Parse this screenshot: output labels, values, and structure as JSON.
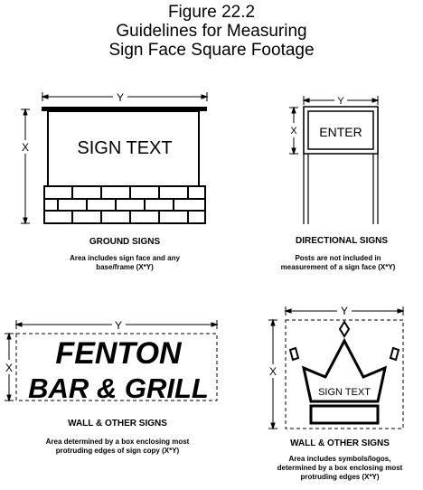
{
  "figure": {
    "title_lines": [
      "Figure 22.2",
      "Guidelines for Measuring",
      "Sign Face Square Footage"
    ]
  },
  "ground": {
    "sign_text": "SIGN TEXT",
    "y_label": "Y",
    "x_label": "X",
    "caption": "GROUND SIGNS",
    "desc_lines": [
      "Area includes sign face and any",
      "base/frame (X*Y)"
    ]
  },
  "directional": {
    "sign_text": "ENTER",
    "y_label": "Y",
    "x_label": "X",
    "caption": "DIRECTIONAL SIGNS",
    "desc_lines": [
      "Posts are not included in",
      "measurement of a sign face (X*Y)"
    ]
  },
  "wall1": {
    "line1": "FENTON",
    "line2": "BAR & GRILL",
    "y_label": "Y",
    "x_label": "X",
    "caption": "WALL & OTHER SIGNS",
    "desc_lines": [
      "Area determined by a box enclosing most",
      "protruding edges of sign copy (X*Y)"
    ]
  },
  "wall2": {
    "sign_text": "SIGN TEXT",
    "y_label": "Y",
    "x_label": "X",
    "caption": "WALL & OTHER SIGNS",
    "desc_lines": [
      "Area includes symbols/logos,",
      "determined by a box enclosing most",
      "protruding edges (X*Y)"
    ]
  }
}
